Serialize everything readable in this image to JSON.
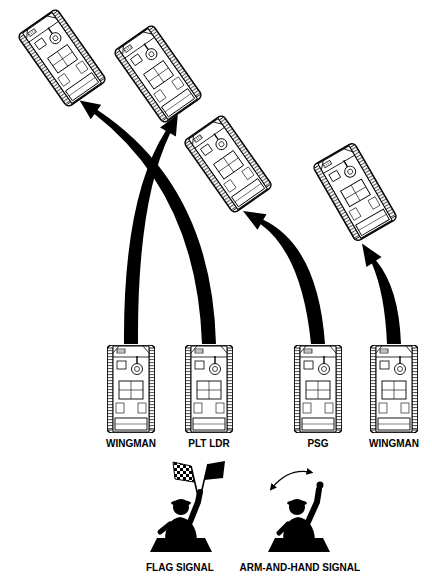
{
  "diagram": {
    "nodes": [
      {
        "text": [
          "WINGMAN"
        ]
      },
      {
        "text": [
          "PLT LDR"
        ]
      },
      {
        "text": [
          "PSG"
        ]
      },
      {
        "text": [
          "WINGMAN"
        ]
      }
    ],
    "labels": [
      "FLAG SIGNAL",
      "ARM-AND-HAND SIGNAL"
    ]
  }
}
